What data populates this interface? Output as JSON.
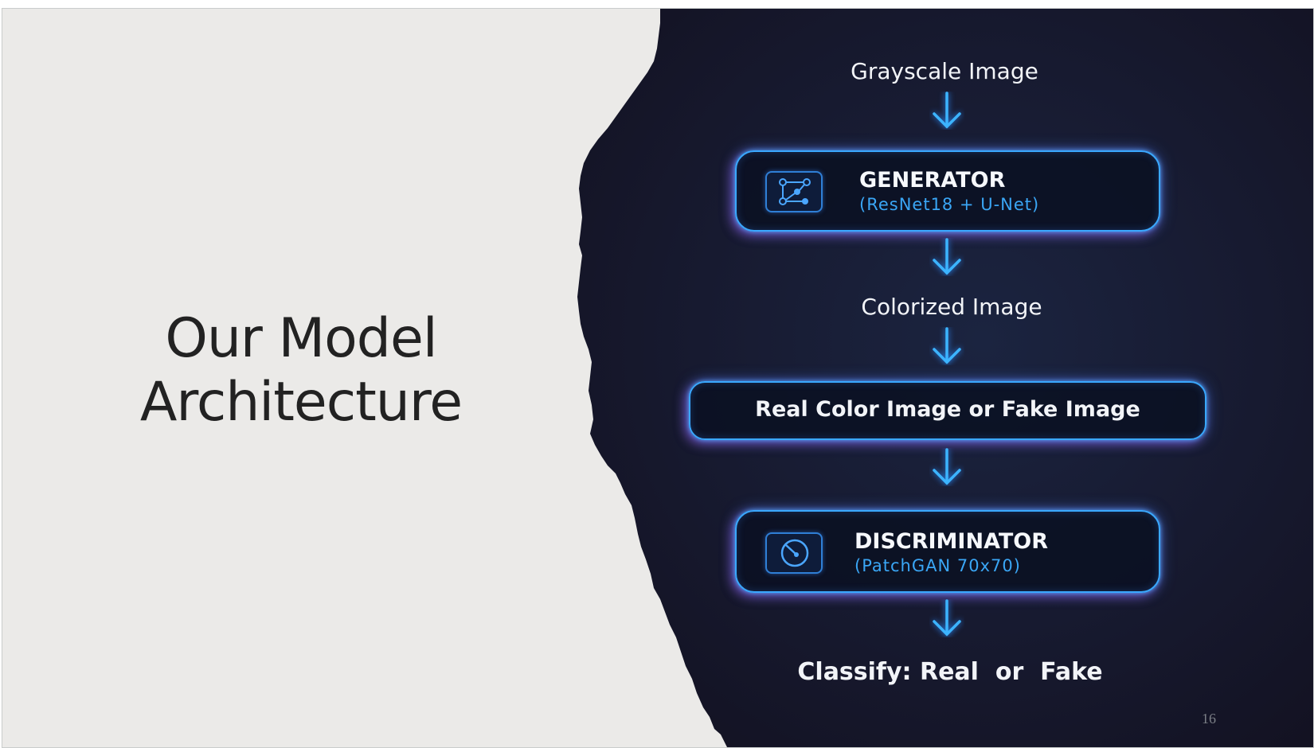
{
  "slide": {
    "title_line1": "Our Model",
    "title_line2": "Architecture",
    "page_number": "16"
  },
  "diagram": {
    "input_label": "Grayscale Image",
    "generator": {
      "title": "GENERATOR",
      "subtitle": "(ResNet18 + U-Net)",
      "icon": "network-graph-icon"
    },
    "intermediate_label": "Colorized Image",
    "decision_box": "Real Color Image or Fake Image",
    "discriminator": {
      "title": "DISCRIMINATOR",
      "subtitle": "(PatchGAN 70x70)",
      "icon": "gauge-dial-icon"
    },
    "output_label": "Classify: Real  or  Fake"
  },
  "colors": {
    "left_background": "#ebeae8",
    "dark_background": "#161628",
    "accent_blue": "#3aa8ff",
    "accent_purple": "#b45cff",
    "subtitle_blue": "#3aa6f5",
    "title_text": "#222222"
  }
}
